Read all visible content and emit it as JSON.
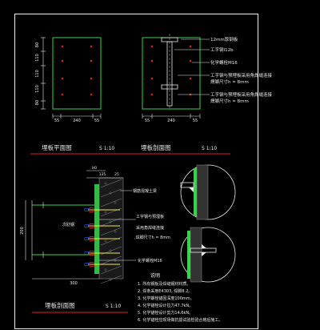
{
  "colors": {
    "background": "#000000",
    "frame": "#f0f0f0",
    "dim": "#e8e8e8",
    "green_plate": "#39d04a",
    "red": "#e02020",
    "blue": "#2860ff",
    "yellow": "#f2ea3a",
    "hatch_grey": "#8a8a8a"
  },
  "plan_view": {
    "dim_left": [
      "80",
      "110",
      "110",
      "110",
      "80"
    ],
    "dim_bottom": [
      "55",
      "240",
      "55"
    ]
  },
  "section_view": {
    "dim_bottom": [
      "55",
      "240",
      "55"
    ],
    "notes": [
      "12mm厚钢板",
      "工字钢I12b",
      "化学螺栓M16",
      "工字钢与预埋板采用角焊缝连接",
      "焊脚尺寸h = 8mm",
      "工字钢与预埋板采用角焊缝连接",
      "焊脚尺寸h = 8mm"
    ]
  },
  "titles": {
    "plan_title": "埋板平面图",
    "plan_scale": "S 1:10",
    "section_title": "埋板剖面图",
    "bottom_title": "埋板剖面图",
    "bottom_scale": "S 1:10"
  },
  "detail_view": {
    "dim_top": [
      "H0",
      "125",
      "25"
    ],
    "dim_left": [
      "200"
    ],
    "dim_bottom": [
      "300"
    ],
    "labels": {
      "existing_concrete": "钢筋混凝土梁",
      "weld_1": "工字钢与预埋板",
      "weld_2": "采用角焊缝连接",
      "weld_3": ",焊脚尺寸h = 8mm",
      "bolt": "化学螺栓M16",
      "stiffener": "次肋钢"
    }
  },
  "notes": {
    "heading": "说明",
    "items": [
      "1. 所有钢板及焊缝钢材材质。",
      "2. 焊条采用E4303, 焊脚8.2。",
      "3. 化学螺栓锚固深度100mm。",
      "4. 化学锚栓设计拉力47.7kN。",
      "5. 化学锚栓设计剪力14.6kN。",
      "6. 化学锚栓应现场做抗拔试验检验合格后施工。"
    ]
  }
}
